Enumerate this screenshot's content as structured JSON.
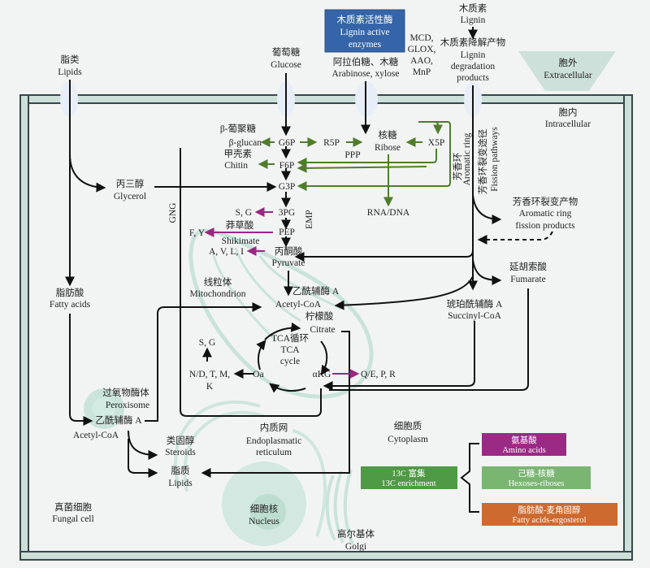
{
  "colors": {
    "background": "#f2f4f3",
    "membrane_fill": "#cce0d9",
    "membrane_stroke": "#37474a",
    "membrane_channel": "#e8eef7",
    "organelle": "#bfe0d6",
    "arrow_black": "#111111",
    "arrow_green": "#4f7d2b",
    "arrow_purple": "#9b2782",
    "lignin_box": "#3565a8",
    "enrichment_box": "#4f9a45",
    "amino_box": "#9a2b84",
    "hexose_box": "#7ab572",
    "fatty_box": "#cc6a2f",
    "triangle": "#cde0da"
  },
  "extracellular_inputs": {
    "lipids": {
      "zh": "脂类",
      "en": "Lipids"
    },
    "glucose": {
      "zh": "葡萄糖",
      "en": "Glucose"
    },
    "arabinose": {
      "zh": "阿拉伯糖、木糖",
      "en": "Arabinose, xylose"
    },
    "lignin": {
      "zh": "木质素",
      "en": "Lignin"
    },
    "lignin_degradation": {
      "zh": "木质素降解产物",
      "en": [
        "Lignin",
        "degradation",
        "products"
      ]
    }
  },
  "lignin_enzymes_box": {
    "zh": "木质素活性酶",
    "en": [
      "Lignin active",
      "enzymes"
    ]
  },
  "enzymes_list": [
    "MCD,",
    "GLOX,",
    "AAO,",
    "MnP"
  ],
  "compartments": {
    "extracellular": {
      "zh": "胞外",
      "en": "Extracellular"
    },
    "intracellular": {
      "zh": "胞内",
      "en": "Intracellular"
    },
    "mitochondrion": {
      "zh": "线粒体",
      "en": "Mitochondrion"
    },
    "peroxisome": {
      "zh": "过氧物酶体",
      "en": "Peroxisome"
    },
    "er": {
      "zh": "内质网",
      "en": [
        "Endoplasmatic",
        "reticulum"
      ]
    },
    "cytoplasm": {
      "zh": "细胞质",
      "en": "Cytoplasm"
    },
    "nucleus": {
      "zh": "细胞核",
      "en": "Nucleus"
    },
    "golgi": {
      "zh": "高尔基体",
      "en": "Golgi"
    },
    "fungal_cell": {
      "zh": "真菌细胞",
      "en": "Fungal cell"
    }
  },
  "metabolites": {
    "beta_glucan": {
      "zh": "β-葡聚糖",
      "en": "β-glucan"
    },
    "chitin": {
      "zh": "甲壳素",
      "en": "Chitin"
    },
    "g6p": "G6P",
    "f6p": "F6P",
    "g3p": "G3P",
    "r5p": "R5P",
    "ppp": "PPP",
    "ribose": {
      "zh": "核糖",
      "en": "Ribose"
    },
    "x5p": "X5P",
    "rna_dna": "RNA/DNA",
    "glycerol": {
      "zh": "丙三醇",
      "en": "Glycerol"
    },
    "pg3": "3PG",
    "sg_top": "S, G",
    "shikimate": {
      "zh": "莽草酸",
      "en": "Shikimate"
    },
    "pep": "PEP",
    "fy": "F, Y",
    "avli": "A, V, L, I",
    "pyruvate": {
      "zh": "丙酮酸",
      "en": "Pyruvate"
    },
    "emp": "EMP",
    "gng": "GNG",
    "fatty_acids": {
      "zh": "脂肪酸",
      "en": "Fatty acids"
    },
    "acetyl_coa_mito": {
      "zh": "乙酰辅酶 A",
      "en": "Acetyl-CoA"
    },
    "citrate": {
      "zh": "柠檬酸",
      "en": "Citrate"
    },
    "tca": {
      "zh": "TCA循环",
      "en": [
        "TCA",
        "cycle"
      ]
    },
    "oa": "Oa",
    "akg": "αKG",
    "sg_bottom": "S, G",
    "ndtmk": [
      "N/D, T, M,",
      "K"
    ],
    "qepr": "Q/E, P, R",
    "acetyl_coa_perox": {
      "zh": "乙酰辅酶 A",
      "en": "Acetyl-CoA"
    },
    "steroids": {
      "zh": "类固醇",
      "en": "Steroids"
    },
    "lipids_inner": {
      "zh": "脂质",
      "en": "Lipids"
    },
    "aromatic_ring": {
      "zh": "芳香环",
      "en": "Aromatic ring"
    },
    "fission_pathways": {
      "zh": "芳香环裂变途径",
      "en": "Fission pathways"
    },
    "aromatic_products": {
      "zh": "芳香环裂变产物",
      "en": [
        "Aromatic ring",
        "fission products"
      ]
    },
    "fumarate": {
      "zh": "延胡索酸",
      "en": "Fumarate"
    },
    "succinyl_coa": {
      "zh": "琥珀酰辅酶 A",
      "en": "Succinyl-CoA"
    }
  },
  "legend": {
    "enrichment": {
      "zh": "13C 富集",
      "en": "13C enrichment",
      "sup": "13"
    },
    "amino": {
      "zh": "氨基酸",
      "en": "Amino acids"
    },
    "hexose": {
      "zh": "己糖-核糖",
      "en": "Hexoses-riboses"
    },
    "fatty": {
      "zh": "脂肪酸-麦角固醇",
      "en": "Fatty acids-ergosterol"
    }
  }
}
